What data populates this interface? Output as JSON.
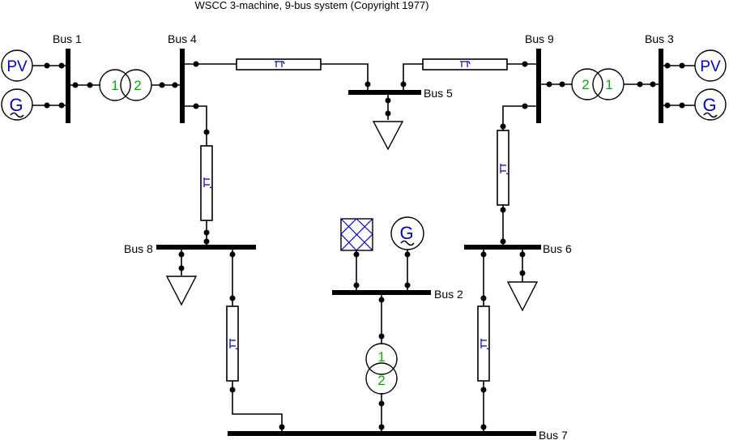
{
  "title": "WSCC 3-machine, 9-bus system (Copyright 1977)",
  "buses": {
    "bus1": "Bus 1",
    "bus2": "Bus 2",
    "bus3": "Bus 3",
    "bus4": "Bus 4",
    "bus5": "Bus 5",
    "bus6": "Bus 6",
    "bus7": "Bus 7",
    "bus8": "Bus 8",
    "bus9": "Bus 9"
  },
  "symbols": {
    "pv": "PV",
    "generator": "G",
    "winding_1": "1",
    "winding_2": "2"
  },
  "colors": {
    "symbol_text": "#0000cc",
    "winding_number": "#00b000",
    "line_color": "#000000",
    "background": "#ffffff"
  }
}
